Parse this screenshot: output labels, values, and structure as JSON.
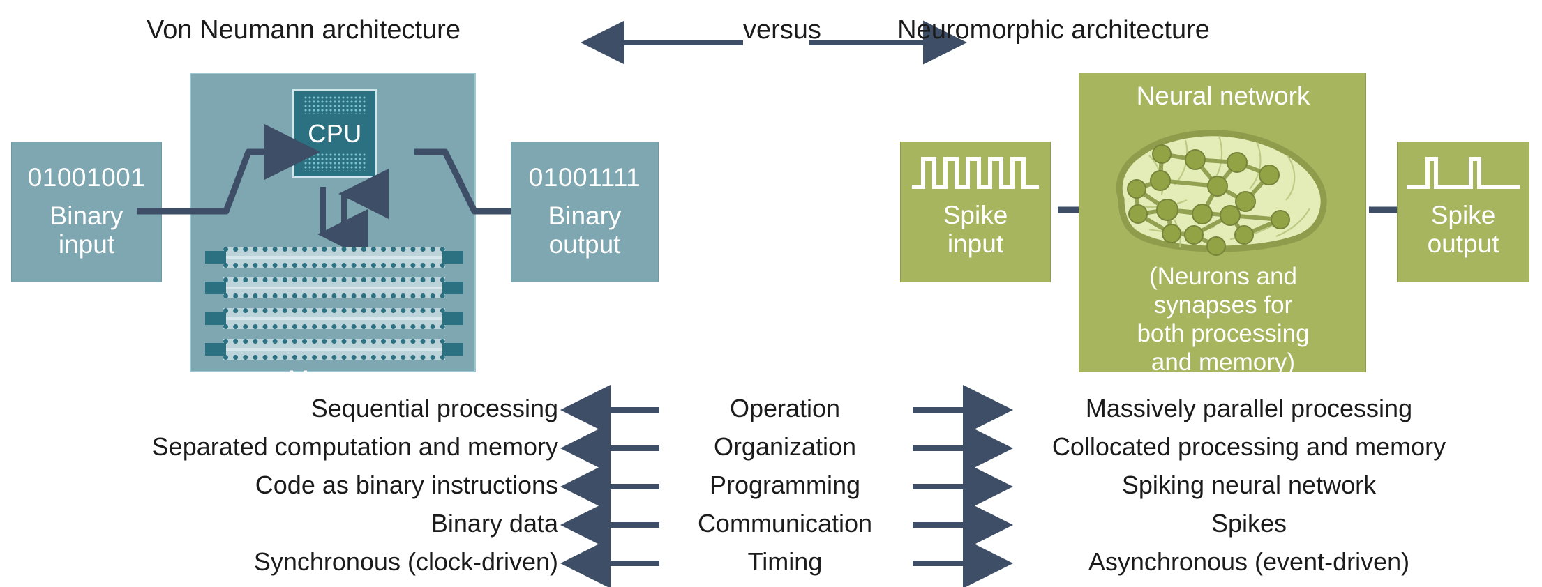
{
  "headers": {
    "left_title": "Von Neumann architecture",
    "center_title": "versus",
    "right_title": "Neuromorphic architecture"
  },
  "von_neumann": {
    "input_box": {
      "bits": "01001001",
      "line1": "Binary",
      "line2": "input"
    },
    "cpu_label": "CPU",
    "memory_label": "Memory",
    "output_box": {
      "bits": "01001111",
      "line1": "Binary",
      "line2": "output"
    }
  },
  "neuromorphic": {
    "input_box": {
      "line1": "Spike",
      "line2": "input"
    },
    "panel_title": "Neural network",
    "panel_note": [
      "(Neurons and",
      "synapses for",
      "both processing",
      "and memory)"
    ],
    "output_box": {
      "line1": "Spike",
      "line2": "output"
    }
  },
  "comparison": {
    "rows": [
      {
        "left": "Sequential processing",
        "center": "Operation",
        "right": "Massively parallel processing"
      },
      {
        "left": "Separated computation and memory",
        "center": "Organization",
        "right": "Collocated processing and memory"
      },
      {
        "left": "Code as binary instructions",
        "center": "Programming",
        "right": "Spiking neural network"
      },
      {
        "left": "Binary data",
        "center": "Communication",
        "right": "Spikes"
      },
      {
        "left": "Synchronous (clock-driven)",
        "center": "Timing",
        "right": "Asynchronous (event-driven)"
      }
    ]
  },
  "colors": {
    "vn_panel": "#7fa7b2",
    "vn_panel_border": "#9ec6cf",
    "cpu_chip": "#2b7182",
    "nm_panel": "#a6b55e",
    "brain_fill": "#e4ecb8",
    "brain_edge": "#8e9c4c",
    "neuron_node": "#91a345",
    "arrow_ink": "#3d4e66",
    "text_dark": "#1b1b1b",
    "text_light": "#ffffff"
  },
  "icons": {
    "spike_input": "square-wave-icon",
    "spike_output": "two-pulse-icon",
    "cpu": "cpu-chip-icon",
    "memory": "memory-bank-icon",
    "brain": "brain-network-icon"
  }
}
